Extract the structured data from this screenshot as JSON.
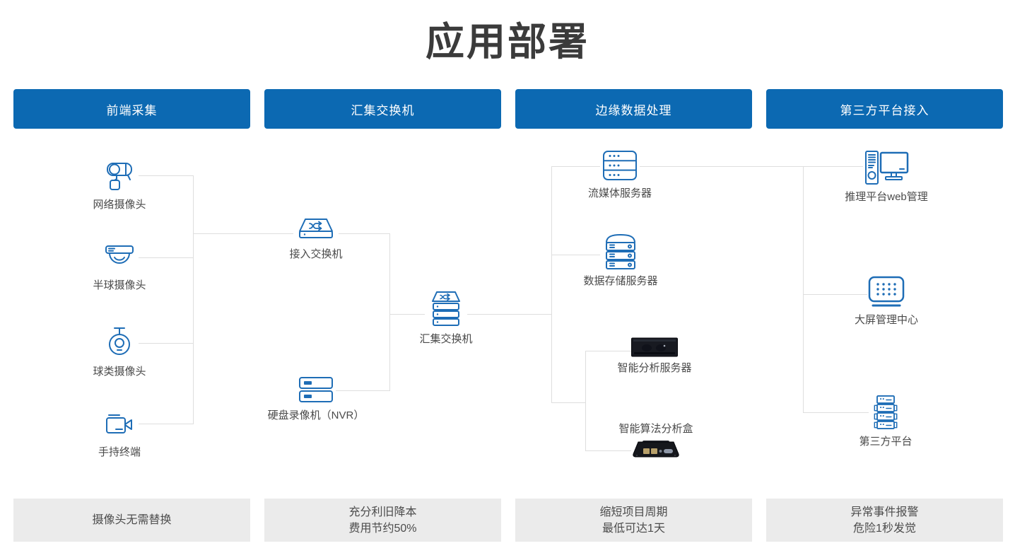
{
  "title": "应用部署",
  "columns": [
    {
      "header": "前端采集",
      "footer": [
        "摄像头无需替换"
      ]
    },
    {
      "header": "汇集交换机",
      "footer": [
        "充分利旧降本",
        "费用节约50%"
      ]
    },
    {
      "header": "边缘数据处理",
      "footer": [
        "缩短项目周期",
        "最低可达1天"
      ]
    },
    {
      "header": "第三方平台接入",
      "footer": [
        "异常事件报警",
        "危险1秒发觉"
      ]
    }
  ],
  "nodes": {
    "network_camera": "网络摄像头",
    "dome_camera": "半球摄像头",
    "ball_camera": "球类摄像头",
    "handheld_terminal": "手持终端",
    "access_switch": "接入交换机",
    "nvr": "硬盘录像机（NVR）",
    "agg_switch": "汇集交换机",
    "media_server": "流媒体服务器",
    "storage_server": "数据存储服务器",
    "analysis_server": "智能分析服务器",
    "analysis_box": "智能算法分析盒",
    "web_mgmt": "推理平台web管理",
    "big_screen": "大屏管理中心",
    "third_party": "第三方平台"
  },
  "colors": {
    "header_bg": "#0c69b2",
    "icon_stroke": "#1e6db6",
    "connector_line": "#dedede",
    "footer_bg": "#ebebeb",
    "title_text": "#3b3b3b",
    "label_text": "#4a4a4a"
  }
}
